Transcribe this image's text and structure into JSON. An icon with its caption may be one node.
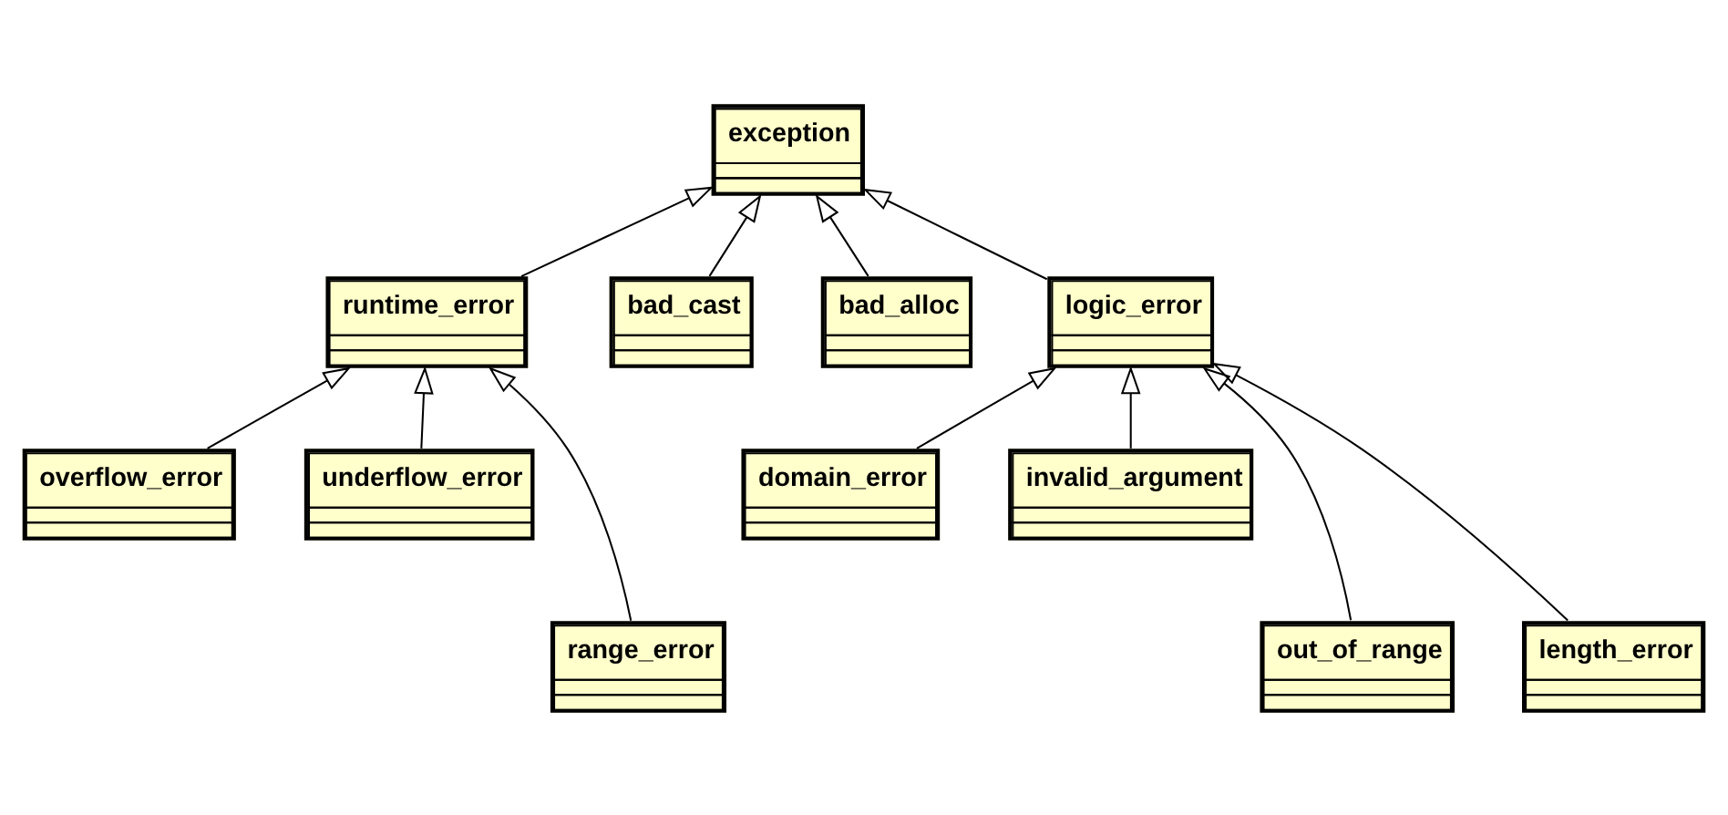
{
  "diagram": {
    "nodes": [
      {
        "text": [
          "exception"
        ]
      },
      {
        "text": [
          "runtime_error"
        ]
      },
      {
        "text": [
          "bad_cast"
        ]
      },
      {
        "text": [
          "bad_alloc"
        ]
      },
      {
        "text": [
          "logic_error"
        ]
      },
      {
        "text": [
          "overflow_error"
        ]
      },
      {
        "text": [
          "underflow_error"
        ]
      },
      {
        "text": [
          "domain_error"
        ]
      },
      {
        "text": [
          "invalid_argument"
        ]
      },
      {
        "text": [
          "range_error"
        ]
      },
      {
        "text": [
          "out_of_range"
        ]
      },
      {
        "text": [
          "length_error"
        ]
      }
    ],
    "edges": [
      {
        "from": 1,
        "to": 0,
        "arrow": "to"
      },
      {
        "from": 2,
        "to": 0,
        "arrow": "to"
      },
      {
        "from": 3,
        "to": 0,
        "arrow": "to"
      },
      {
        "from": 4,
        "to": 0,
        "arrow": "to"
      },
      {
        "from": 5,
        "to": 1,
        "arrow": "to"
      },
      {
        "from": 9,
        "to": 1,
        "arrow": "to"
      },
      {
        "from": 6,
        "to": 1,
        "arrow": "to"
      },
      {
        "from": 7,
        "to": 4,
        "arrow": "to"
      },
      {
        "from": 10,
        "to": 4,
        "arrow": "to"
      },
      {
        "from": 11,
        "to": 4,
        "arrow": "to"
      },
      {
        "from": 8,
        "to": 4,
        "arrow": "to"
      }
    ]
  }
}
